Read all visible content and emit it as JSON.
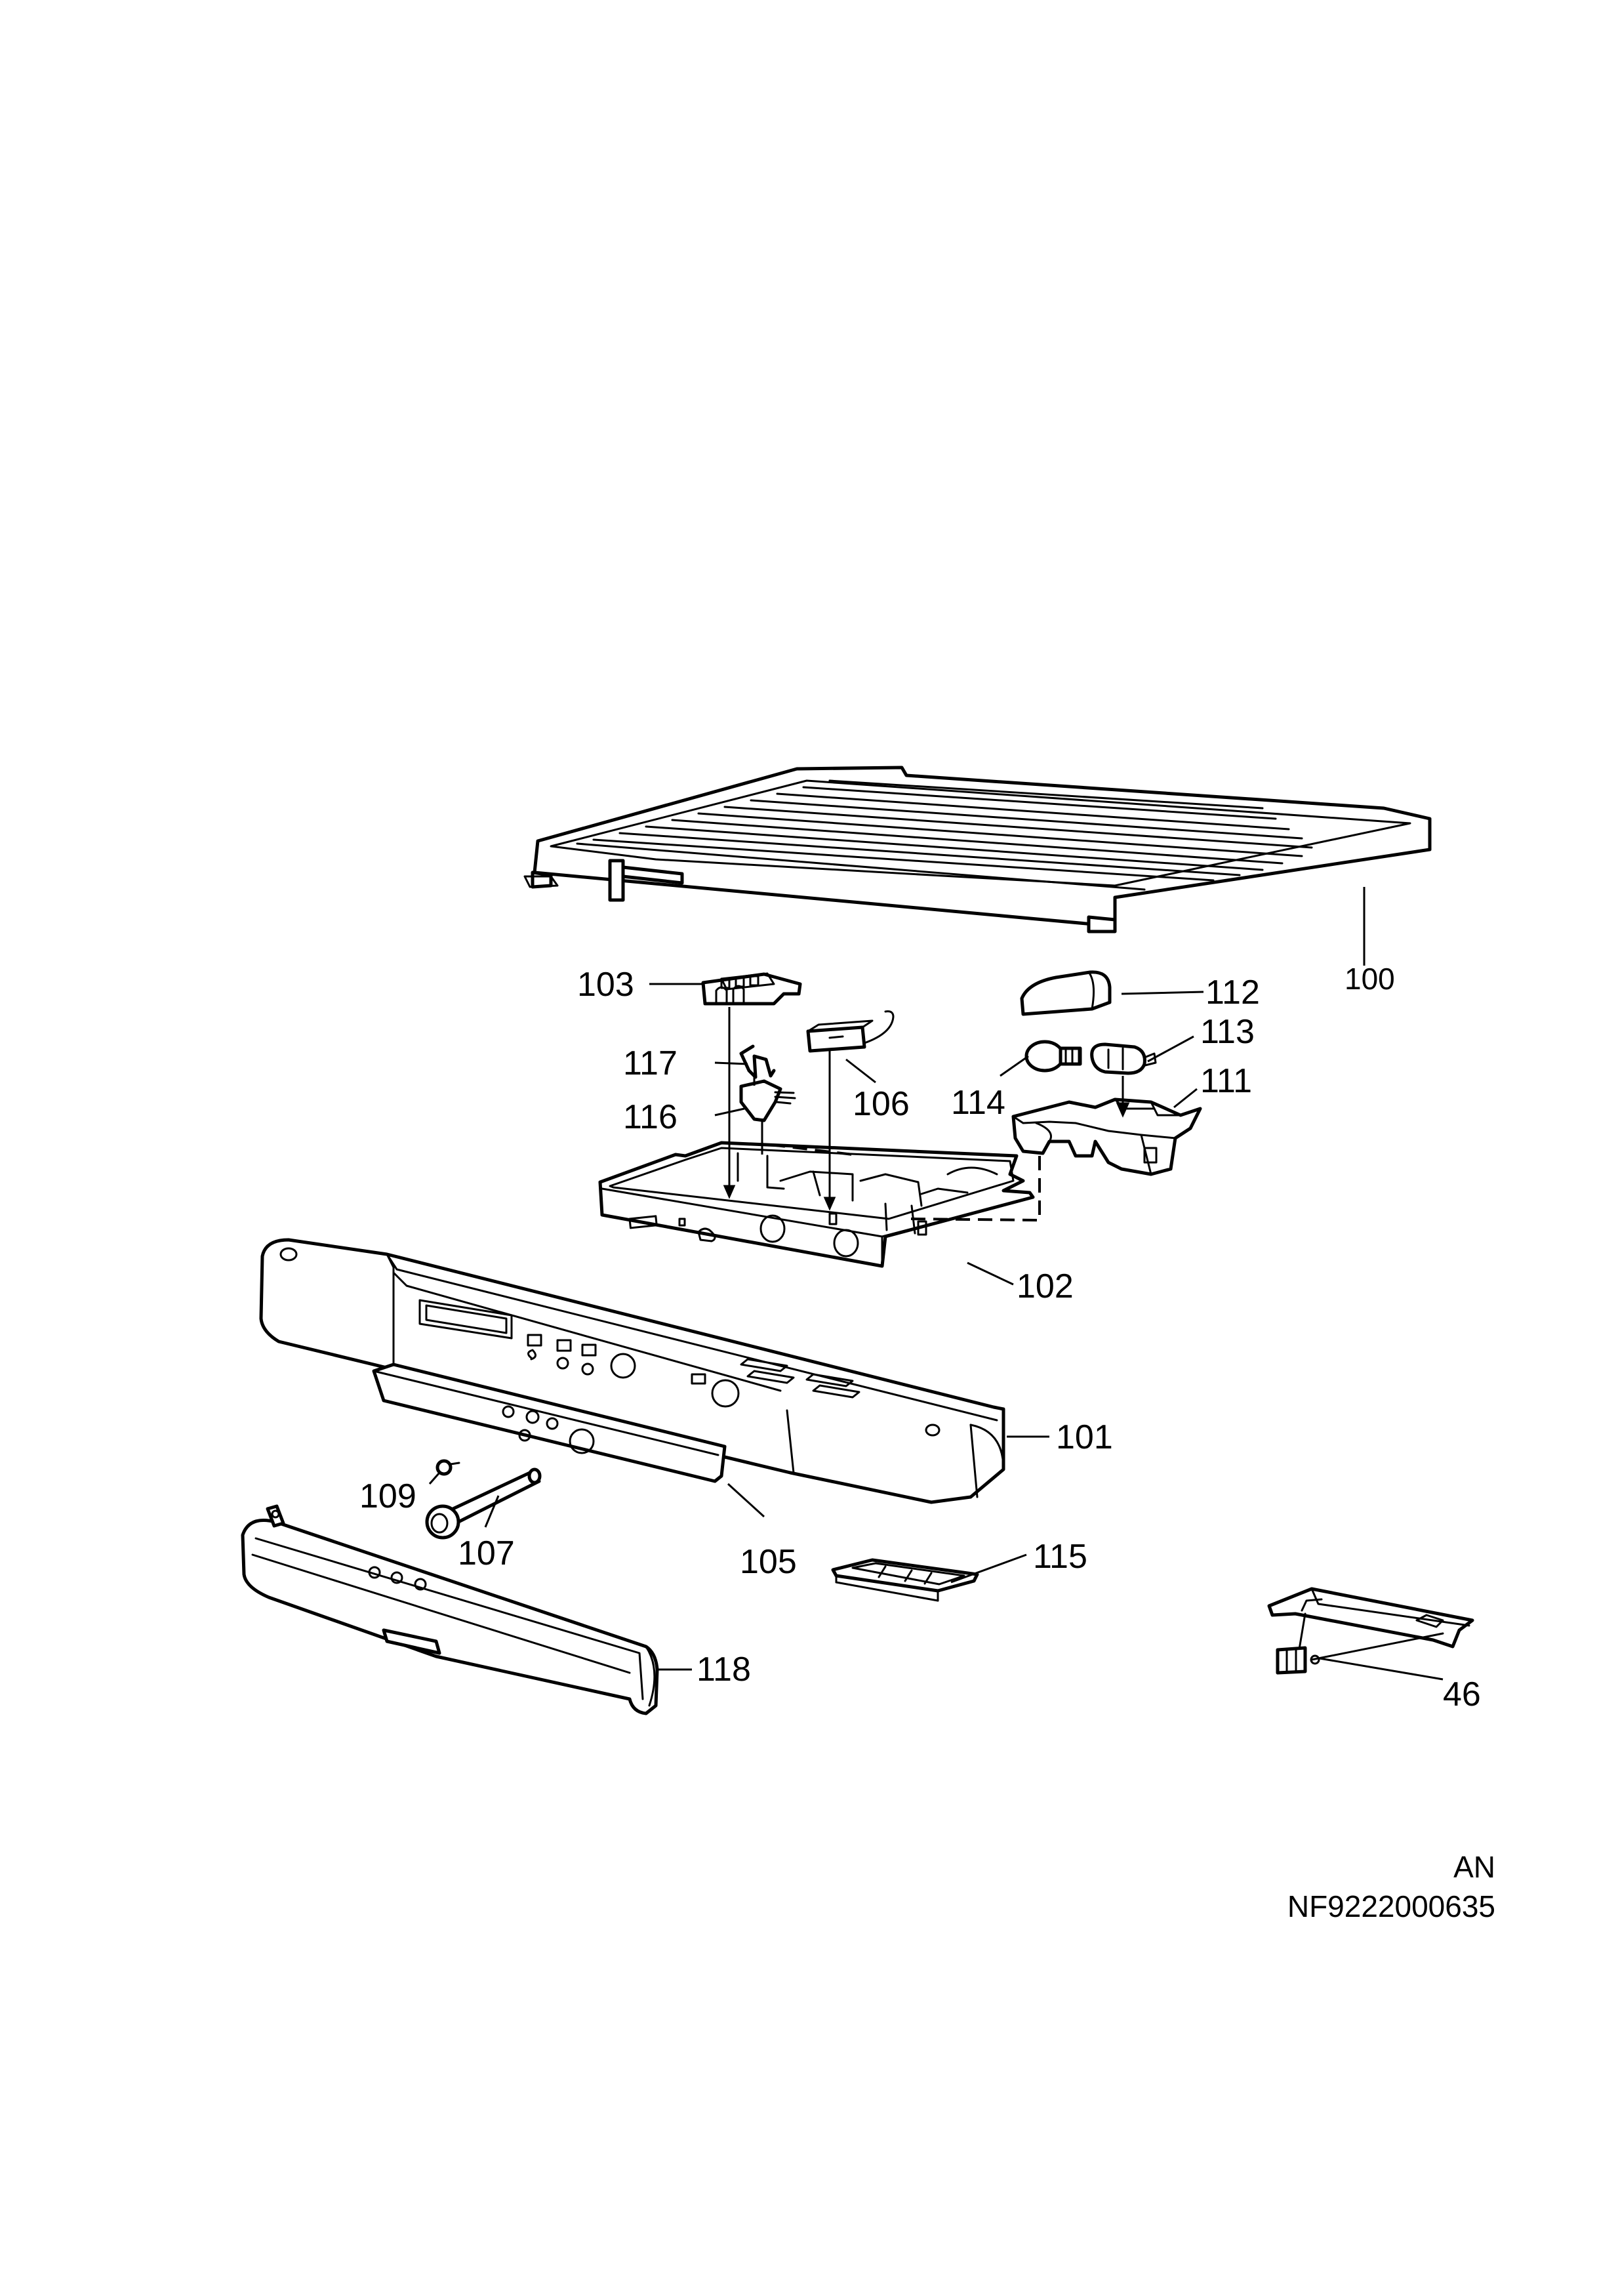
{
  "callouts": {
    "c100": "100",
    "c101": "101",
    "c102": "102",
    "c103": "103",
    "c105": "105",
    "c106": "106",
    "c107": "107",
    "c109": "109",
    "c111": "111",
    "c112": "112",
    "c113": "113",
    "c114": "114",
    "c115": "115",
    "c116": "116",
    "c117": "117",
    "c118": "118",
    "c46": "46"
  },
  "footer": {
    "code": "AN",
    "drawing_number": "NF9222000635"
  },
  "colors": {
    "line": "#000000",
    "background": "#ffffff"
  }
}
